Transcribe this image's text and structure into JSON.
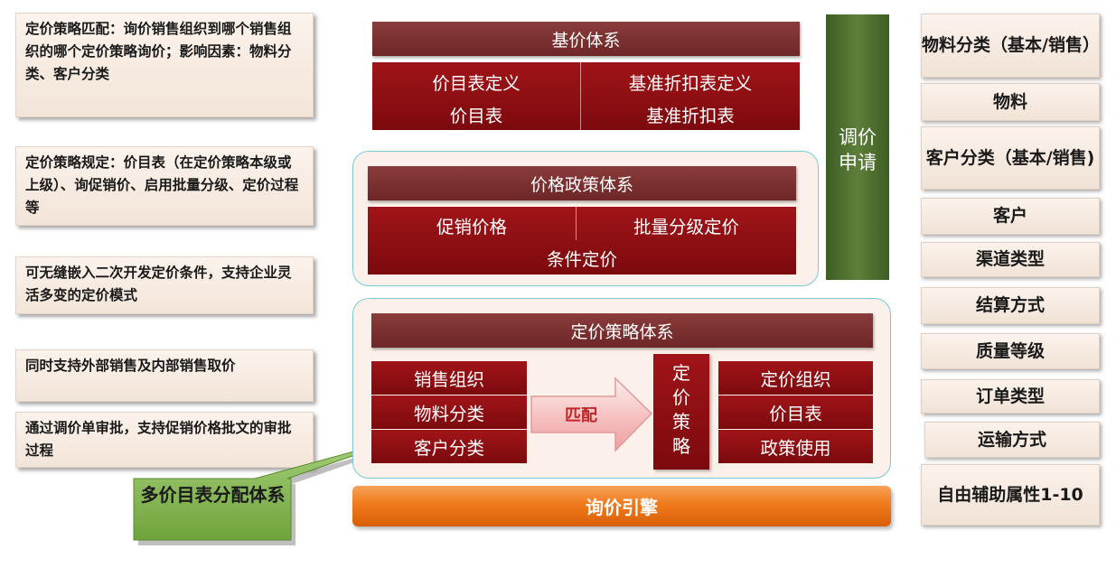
{
  "left_notes": [
    "定价策略匹配：询价销售组织到哪个销售组织的哪个定价策略询价；影响因素：物料分类、客户分类",
    "定价策略规定：价目表（在定价策略本级或上级）、询促销价、启用批量分级、定价过程等",
    "可无缝嵌入二次开发定价条件，支持企业灵活多变的定价模式",
    "同时支持外部销售及内部销售取价",
    "通过调价单审批，支持促销价格批文的审批过程"
  ],
  "base": {
    "title": "基价体系",
    "cells": [
      "价目表定义",
      "基准折扣表定义",
      "价目表",
      "基准折扣表"
    ]
  },
  "policy": {
    "title": "价格政策体系",
    "cells": [
      "促销价格",
      "批量分级定价",
      "条件定价"
    ]
  },
  "strategy": {
    "title": "定价策略体系",
    "left": [
      "销售组织",
      "物料分类",
      "客户分类"
    ],
    "arrow_label": "匹配",
    "center": "定价策略",
    "right": [
      "定价组织",
      "价目表",
      "政策使用"
    ]
  },
  "vertical_bar": "调价申请",
  "engine": "询价引擎",
  "callout": "多价目表分配体系",
  "right_items": [
    "物料分类（基本/销售）",
    "物料",
    "客户分类（基本/销售)",
    "客户",
    "渠道类型",
    "结算方式",
    "质量等级",
    "订单类型",
    "运输方式",
    "自由辅助属性1-10"
  ],
  "colors": {
    "dark_red": "#7c0a0e",
    "header_brown": "#7a3030",
    "green": "#4e7030",
    "orange": "#f07a1c",
    "panel_border": "#79c9d8"
  }
}
